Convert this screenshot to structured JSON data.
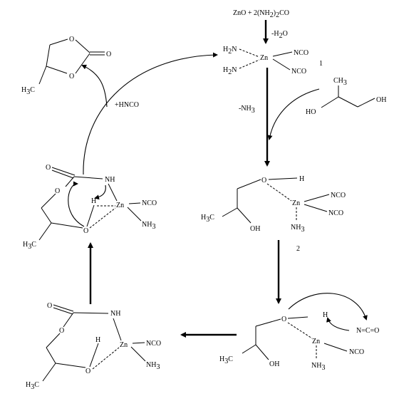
{
  "reagents": {
    "top": "ZnO + 2(NH",
    "top_sub1": "2",
    "top_mid": ")",
    "top_sub2": "2",
    "top_end": "CO",
    "loss_water": "-H",
    "loss_water_sub": "2",
    "loss_water_end": "O",
    "loss_ammonia": "-NH",
    "loss_ammonia_sub": "3",
    "add_hnco": "+HNCO"
  },
  "complex1": {
    "nh2_a": "H",
    "nh2_a_sub": "2",
    "nh2_a_end": "N",
    "nh2_b": "H",
    "nh2_b_sub": "2",
    "nh2_b_end": "N",
    "zn": "Zn",
    "nco_a": "NCO",
    "nco_b": "NCO",
    "number": "1"
  },
  "glycerol_like": {
    "ch3": "CH",
    "ch3_sub": "3",
    "ho": "HO",
    "oh": "OH"
  },
  "intermediate2": {
    "o": "O",
    "h": "H",
    "zn": "Zn",
    "nco_a": "NCO",
    "nco_b": "NCO",
    "nh3": "NH",
    "nh3_sub": "3",
    "h3c": "H",
    "h3c_sub": "3",
    "h3c_end": "C",
    "oh": "OH",
    "number": "2"
  },
  "intermediate3": {
    "o": "O",
    "h": "H",
    "isocyanate": "N=C=O",
    "zn": "Zn",
    "nco": "NCO",
    "nh3": "NH",
    "nh3_sub": "3",
    "h3c": "H",
    "h3c_sub": "3",
    "h3c_end": "C",
    "oh": "OH"
  },
  "carbamate_bottom": {
    "o_carbonyl": "O",
    "nh": "NH",
    "o_ring": "O",
    "h": "H",
    "zn": "Zn",
    "nco": "NCO",
    "nh3": "NH",
    "nh3_sub": "3",
    "o_lower": "O",
    "h3c": "H",
    "h3c_sub": "3",
    "h3c_end": "C"
  },
  "carbamate_mid": {
    "o_carbonyl": "O",
    "nh": "NH",
    "o_ring": "O",
    "h": "H",
    "zn": "Zn",
    "nco": "NCO",
    "nh3": "NH",
    "nh3_sub": "3",
    "o_lower": "O",
    "h3c": "H",
    "h3c_sub": "3",
    "h3c_end": "C"
  },
  "product": {
    "o_ring_top": "O",
    "o_ring_bottom": "O",
    "o_carbonyl": "O",
    "h3c": "H",
    "h3c_sub": "3",
    "h3c_end": "C"
  }
}
